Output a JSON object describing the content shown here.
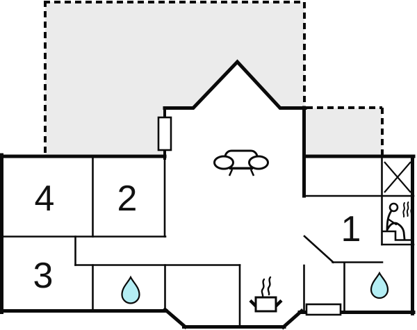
{
  "plan": {
    "type": "vacation-house-floor-plan",
    "rooms": [
      {
        "number": "4"
      },
      {
        "number": "2"
      },
      {
        "number": "3"
      },
      {
        "number": "1"
      }
    ],
    "icons": {
      "sofa": "sofa-icon",
      "stove": "stove-icon",
      "water_drop_left": "water-drop-icon",
      "water_drop_right": "water-drop-icon",
      "sauna": "sauna-person-icon",
      "utility": "crossed-box-icon"
    },
    "colors": {
      "wall": "#0a0a0a",
      "terrace": "#ebebeb",
      "water_drop": "#b4eef4",
      "background": "#ffffff"
    }
  }
}
